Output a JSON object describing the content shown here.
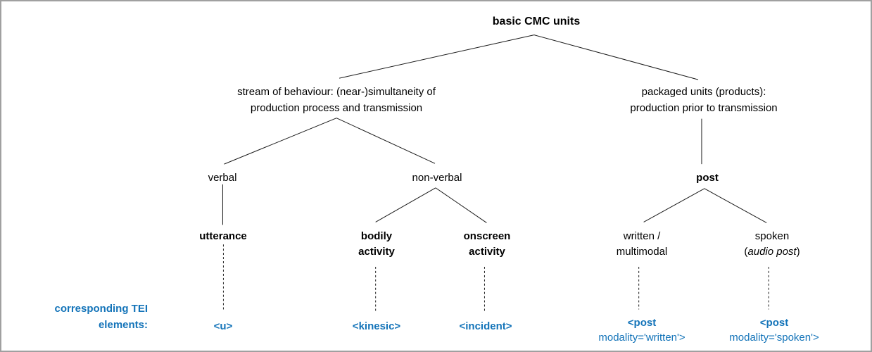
{
  "diagram": {
    "title": "basic CMC units",
    "colors": {
      "tei_blue": "#1474b9",
      "line": "#1a1a1a",
      "frame": "#a0a0a0",
      "background": "#ffffff"
    },
    "nodes": {
      "root": "basic CMC units",
      "stream": {
        "line1": "stream of behaviour: (near-)simultaneity of",
        "line2": "production process and transmission"
      },
      "packaged": {
        "line1": "packaged units (products):",
        "line2": "production prior to transmission"
      },
      "verbal": "verbal",
      "nonverbal": "non-verbal",
      "post": "post",
      "utterance": "utterance",
      "bodily": {
        "line1": "bodily",
        "line2": "activity"
      },
      "onscreen": {
        "line1": "onscreen",
        "line2": "activity"
      },
      "written": {
        "line1": "written /",
        "line2": "multimodal"
      },
      "spoken": {
        "line1": "spoken",
        "line2_open": "(",
        "line2_italic": "audio post",
        "line2_close": ")"
      }
    },
    "tei": {
      "caption_line1": "corresponding TEI",
      "caption_line2": "elements:",
      "u": "<u>",
      "kinesic": "<kinesic>",
      "incident": "<incident>",
      "post_written": {
        "line1": "<post",
        "line2": "modality='written'>"
      },
      "post_spoken": {
        "line1": "<post",
        "line2": "modality='spoken'>"
      }
    },
    "hierarchy_note": {
      "root_children": "stream of behaviour; packaged units",
      "stream_children": "verbal; non-verbal",
      "verbal_child": "utterance",
      "nonverbal_children": "bodily activity; onscreen activity",
      "packaged_child": "post",
      "post_children": "written / multimodal; spoken (audio post)"
    }
  }
}
